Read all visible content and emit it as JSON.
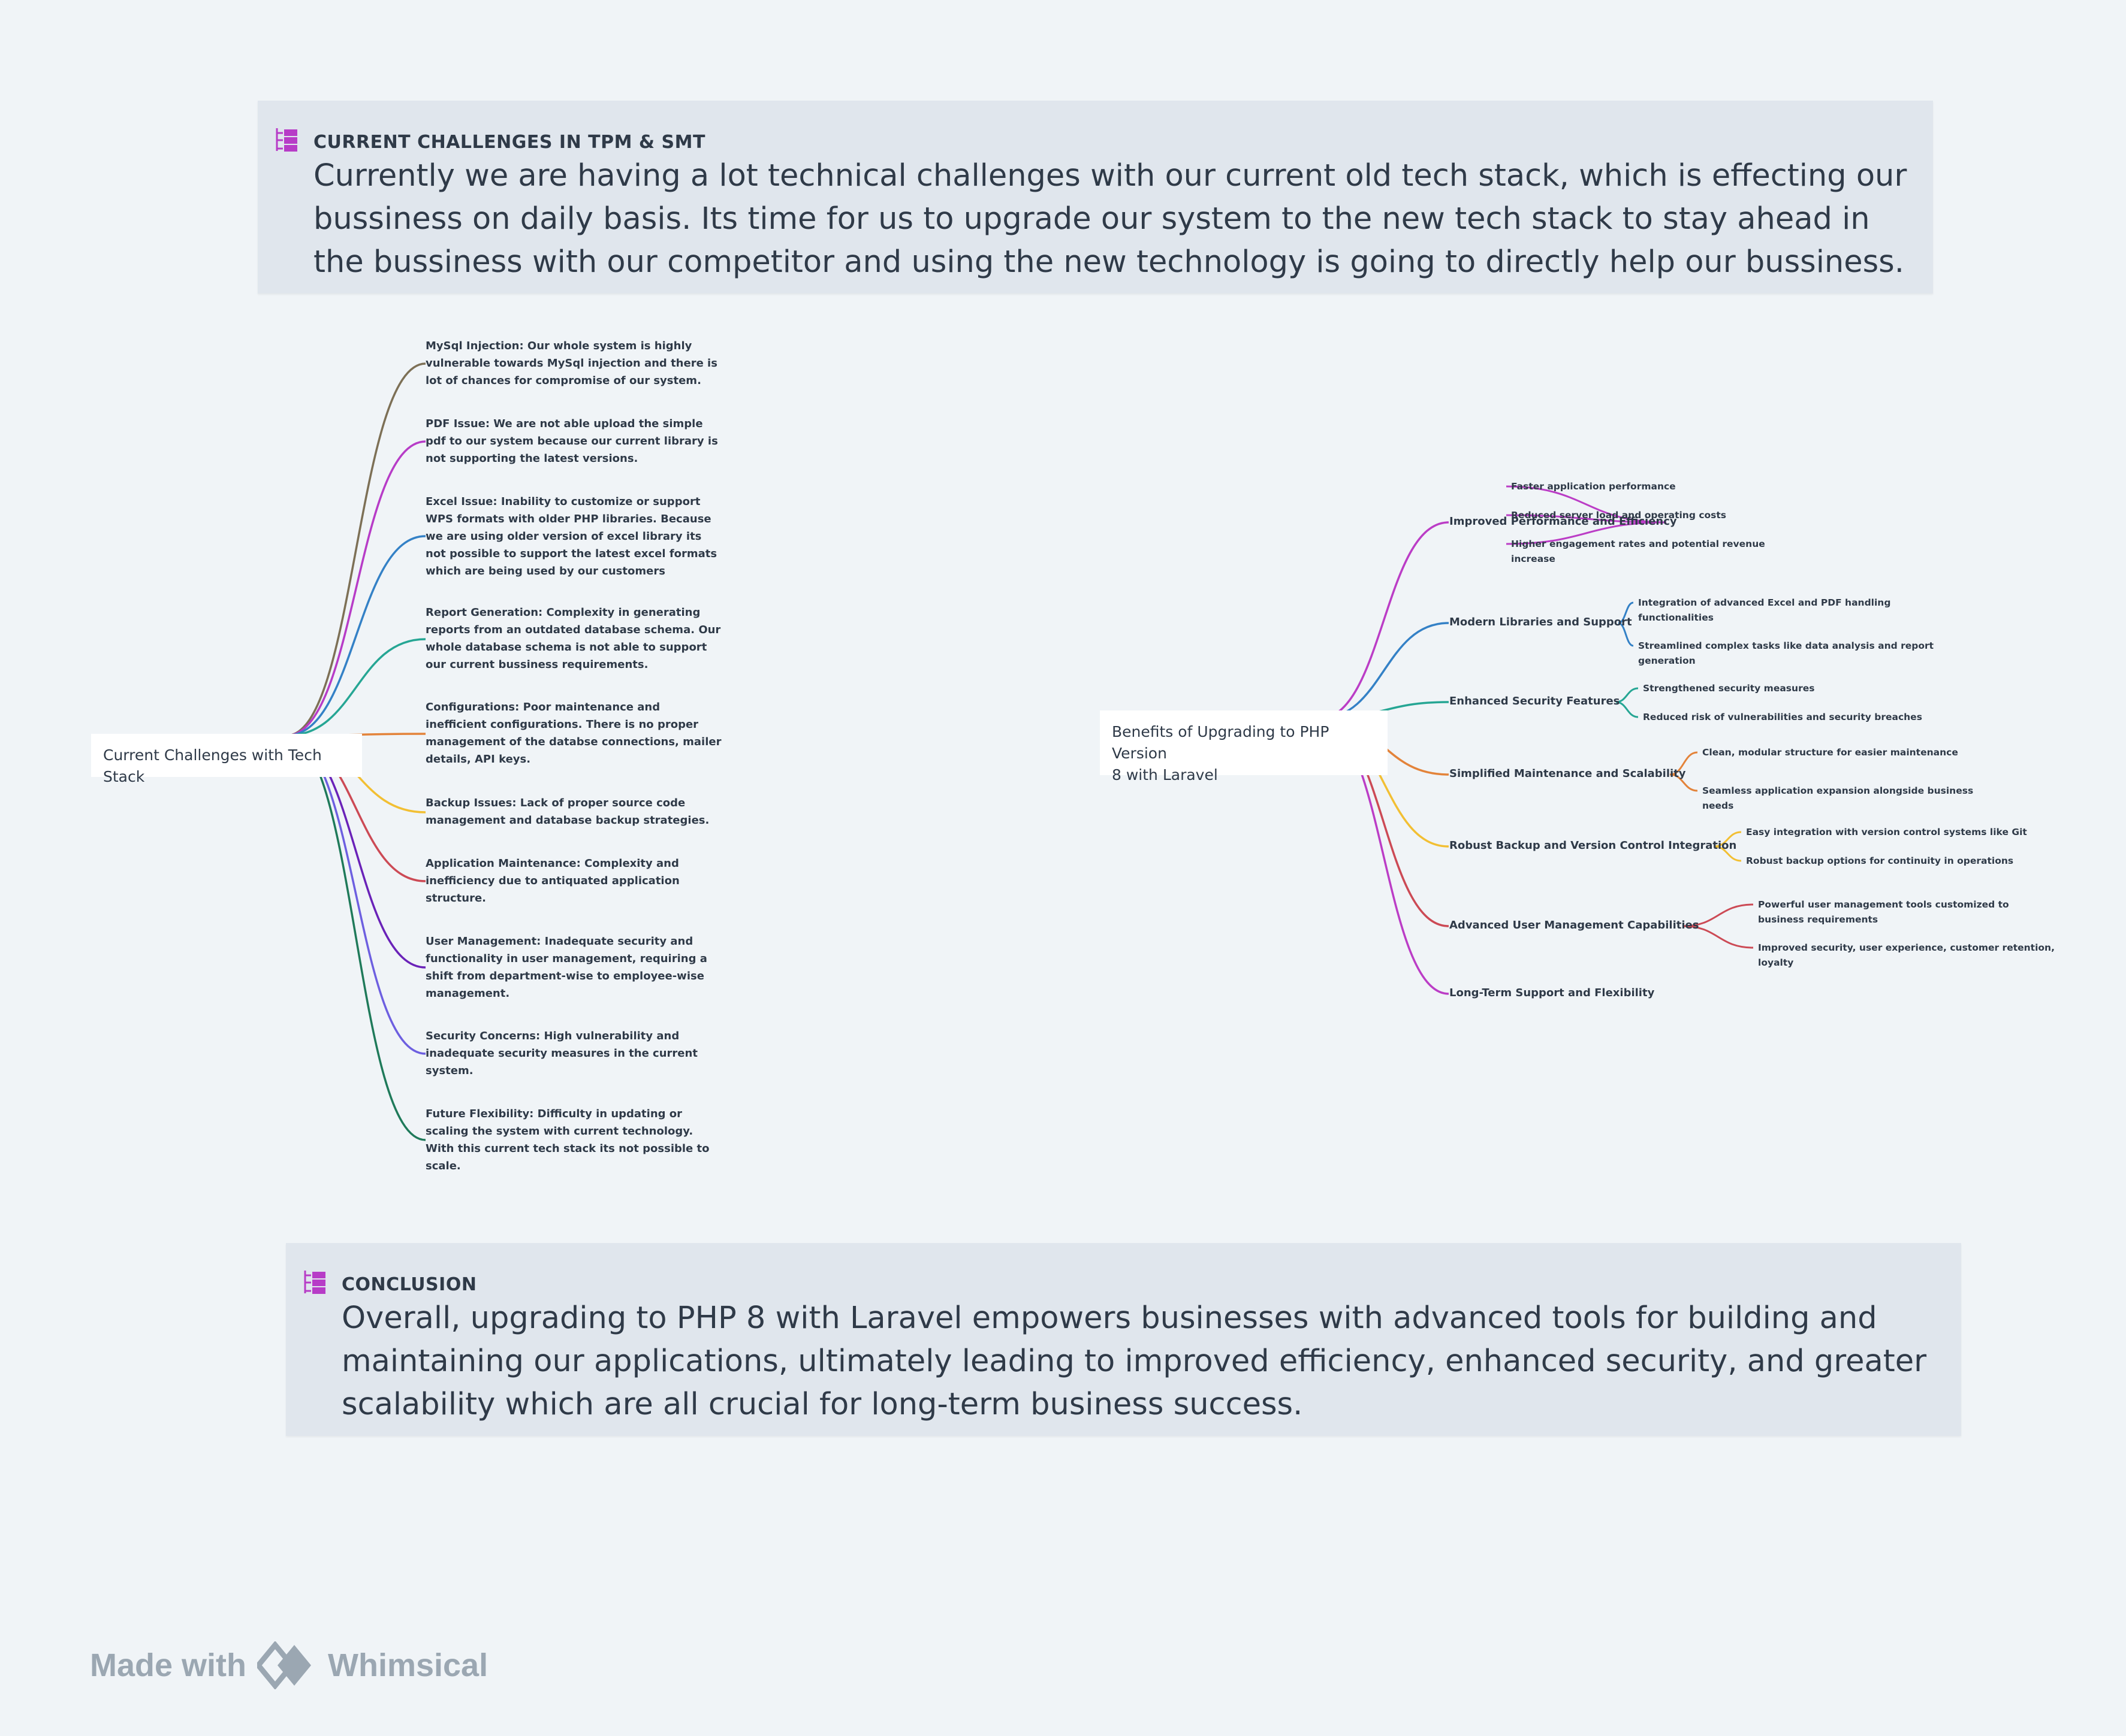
{
  "header_note": {
    "icon": "mindmap-icon",
    "title": "CURRENT CHALLENGES IN TPM & SMT",
    "lines": [
      "Currently we are having a lot technical challenges with our current old tech stack, which is effecting our",
      "bussiness on daily basis. Its time for us to upgrade our system to the new tech stack to stay ahead in",
      "the bussiness with our competitor and using the new technology is going to directly help our bussiness."
    ]
  },
  "left_map": {
    "root": "Current Challenges with Tech Stack",
    "branches": [
      {
        "color": "#7d7056",
        "lines": [
          "MySql Injection: Our whole system is highly",
          "vulnerable towards MySql injection and there is",
          "lot of chances for compromise of our system."
        ]
      },
      {
        "color": "#b73cc7",
        "lines": [
          "PDF Issue: We are not able upload the simple",
          "pdf to our system because our current library is",
          "not supporting the latest versions."
        ]
      },
      {
        "color": "#3481c6",
        "lines": [
          "Excel Issue: Inability to customize or support",
          "WPS formats with older PHP libraries. Because",
          "we are using older version of excel library its",
          "not possible to support the latest excel formats",
          "which are being used by our customers"
        ]
      },
      {
        "color": "#26a694",
        "lines": [
          "Report Generation: Complexity in generating",
          "reports from an outdated database schema. Our",
          "whole database schema is not able to support",
          "our current bussiness requirements."
        ]
      },
      {
        "color": "#e3833a",
        "lines": [
          "Configurations: Poor maintenance and",
          "inefficient configurations. There is no proper",
          "management of the databse connections, mailer",
          "details, API keys."
        ]
      },
      {
        "color": "#f2bf33",
        "lines": [
          "Backup Issues: Lack of proper source code",
          "management and database backup strategies."
        ]
      },
      {
        "color": "#cc4a55",
        "lines": [
          "Application Maintenance: Complexity and",
          "inefficiency due to antiquated application",
          "structure."
        ]
      },
      {
        "color": "#6a22b8",
        "lines": [
          "User Management: Inadequate security and",
          "functionality in user management, requiring a",
          "shift from department-wise to employee-wise",
          "management."
        ]
      },
      {
        "color": "#6d5fe0",
        "lines": [
          "Security Concerns: High vulnerability and",
          "inadequate security measures in the current",
          "system."
        ]
      },
      {
        "color": "#1f7a5a",
        "lines": [
          "Future Flexibility: Difficulty in updating or",
          "scaling the system with current technology.",
          "With this current tech stack its not possible to",
          "scale."
        ]
      }
    ]
  },
  "right_map": {
    "root_lines": [
      "Benefits of Upgrading to PHP Version",
      "8 with Laravel"
    ],
    "branches": [
      {
        "color": "#bb3dc6",
        "label": "Improved Performance and Efficiency",
        "children": [
          [
            "Faster application performance"
          ],
          [
            "Reduced server load and operating costs"
          ],
          [
            "Higher engagement rates and potential revenue",
            "increase"
          ]
        ]
      },
      {
        "color": "#3481c6",
        "label": "Modern Libraries and Support",
        "children": [
          [
            "Integration of advanced Excel and PDF handling",
            "functionalities"
          ],
          [
            "Streamlined complex tasks like data analysis and report",
            "generation"
          ]
        ]
      },
      {
        "color": "#26a694",
        "label": "Enhanced Security Features",
        "children": [
          [
            "Strengthened security measures"
          ],
          [
            "Reduced risk of vulnerabilities and security breaches"
          ]
        ]
      },
      {
        "color": "#e3833a",
        "label": "Simplified Maintenance and Scalability",
        "children": [
          [
            "Clean, modular structure for easier maintenance"
          ],
          [
            "Seamless application expansion alongside business",
            "needs"
          ]
        ]
      },
      {
        "color": "#f2bf33",
        "label": "Robust Backup and Version Control Integration",
        "children": [
          [
            "Easy integration with version control systems like Git"
          ],
          [
            "Robust backup options for continuity in operations"
          ]
        ]
      },
      {
        "color": "#cc4a55",
        "label": "Advanced User Management Capabilities",
        "children": [
          [
            "Powerful user management tools customized to",
            "business requirements"
          ],
          [
            "Improved security, user experience, customer retention,",
            "loyalty"
          ]
        ]
      },
      {
        "color": "#bb3dc6",
        "label": "Long-Term Support and Flexibility",
        "children": []
      }
    ]
  },
  "conclusion_note": {
    "icon": "mindmap-icon",
    "title": "CONCLUSION",
    "lines": [
      "Overall, upgrading to PHP 8 with Laravel empowers businesses with advanced tools for building and",
      "maintaining our applications, ultimately leading to improved efficiency, enhanced security, and greater",
      "scalability which are all crucial for long-term business success."
    ]
  },
  "footer": {
    "made_with": "Made with",
    "brand": "Whimsical",
    "logo_icon": "whimsical-logo-icon"
  },
  "colors": {
    "icon": "#b73cc7",
    "text": "#2f3a48",
    "note_bg": "#e0e6ed",
    "page_bg": "#f0f4f7"
  }
}
